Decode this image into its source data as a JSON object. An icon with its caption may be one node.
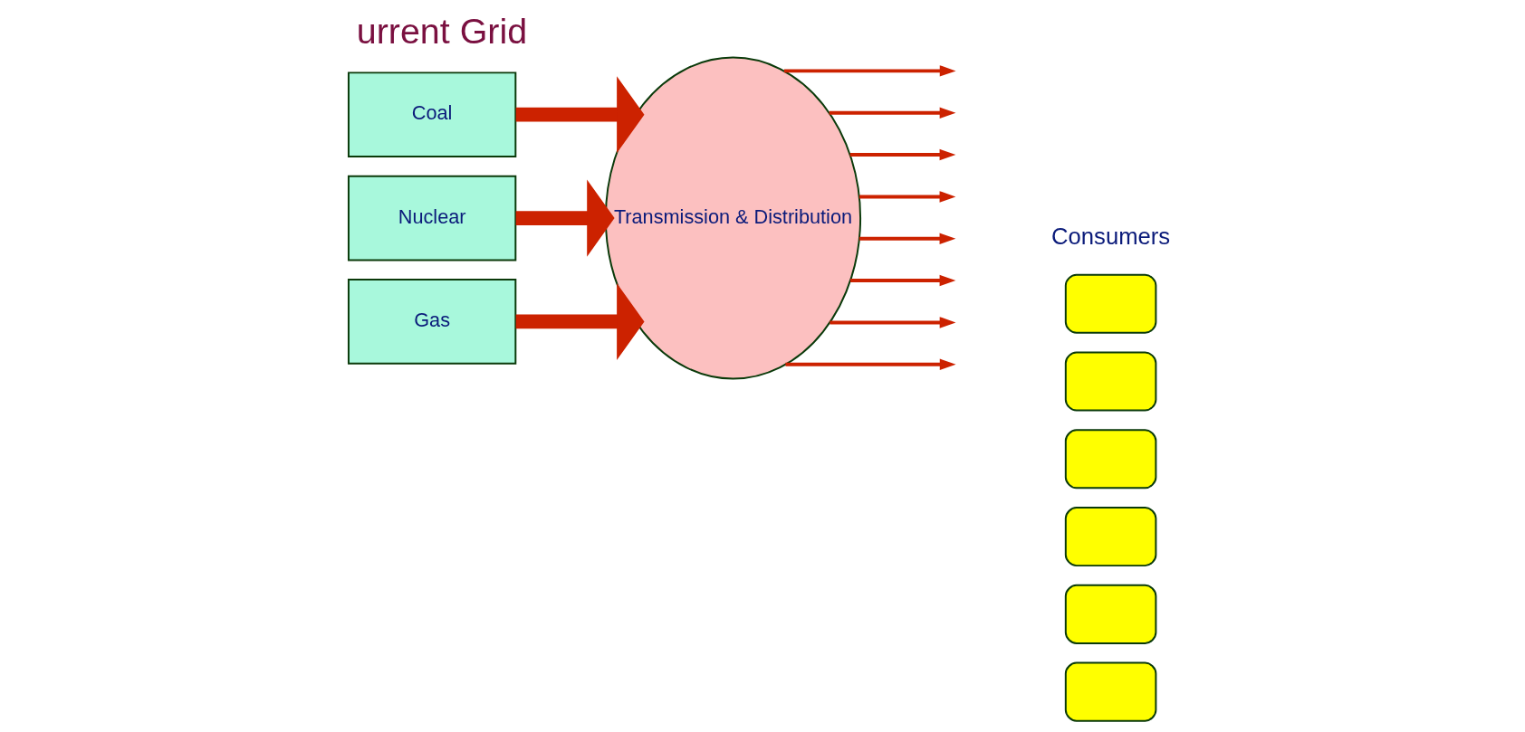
{
  "diagram": {
    "title": "urrent Grid",
    "nodes": [
      {
        "text": [
          "Coal"
        ]
      },
      {
        "text": [
          "Nuclear"
        ]
      },
      {
        "text": [
          "Gas"
        ]
      },
      {
        "text": [
          "Transmission & Distribution"
        ]
      },
      {
        "text": [],
        "shape": "box"
      },
      {
        "text": [],
        "shape": "box"
      },
      {
        "text": [],
        "shape": "box"
      },
      {
        "text": [],
        "shape": "box"
      },
      {
        "text": [],
        "shape": "box"
      },
      {
        "text": [],
        "shape": "box"
      }
    ],
    "edges": [
      {
        "from": 0,
        "to": 3,
        "arrow": "to",
        "style": "thick"
      },
      {
        "from": 1,
        "to": 3,
        "arrow": "to",
        "style": "thick"
      },
      {
        "from": 2,
        "to": 3,
        "arrow": "to",
        "style": "thick"
      },
      {
        "from": 3,
        "to": null,
        "arrow": "to"
      },
      {
        "from": 3,
        "to": null,
        "arrow": "to"
      },
      {
        "from": 3,
        "to": null,
        "arrow": "to"
      },
      {
        "from": 3,
        "to": null,
        "arrow": "to"
      },
      {
        "from": 3,
        "to": null,
        "arrow": "to"
      },
      {
        "from": 3,
        "to": null,
        "arrow": "to"
      },
      {
        "from": 3,
        "to": null,
        "arrow": "to"
      },
      {
        "from": 3,
        "to": null,
        "arrow": "to"
      }
    ],
    "labels": [
      "Consumers"
    ]
  }
}
